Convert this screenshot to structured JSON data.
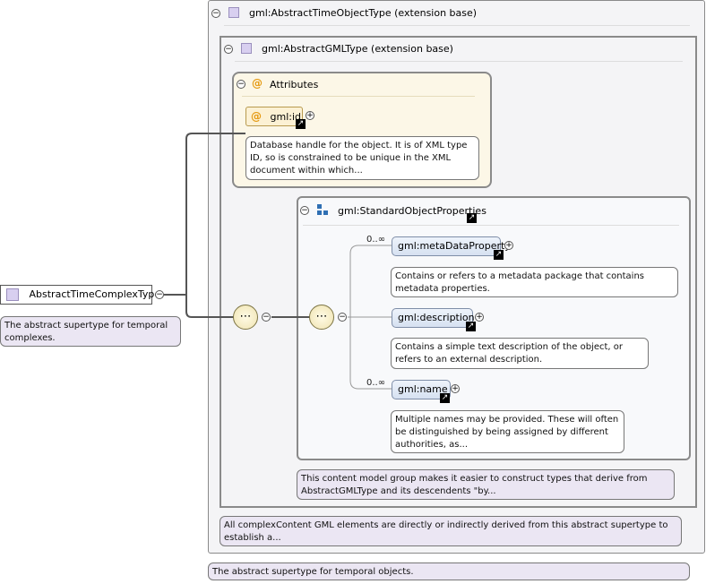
{
  "root": {
    "label": "AbstractTimeComplexType",
    "note": "The abstract supertype for temporal complexes."
  },
  "outer_base": {
    "label": "gml:AbstractTimeObjectType (extension base)",
    "note": "The abstract supertype for temporal objects."
  },
  "inner_base": {
    "label": "gml:AbstractGMLType (extension base)",
    "note": "All complexContent GML elements are directly or indirectly derived from this abstract supertype to establish a..."
  },
  "attributes": {
    "title": "Attributes",
    "id_label": "gml:id",
    "id_note": "Database handle for the object. It is of XML type ID, so is constrained to be unique in the XML document within which..."
  },
  "std_props": {
    "title": "gml:StandardObjectProperties",
    "note": "This content model group makes it easier to construct types that derive from AbstractGMLType and its descendents \"by...",
    "elements": [
      {
        "label": "gml:metaDataProperty",
        "occurs": "0..∞",
        "note": "Contains or refers to a metadata package that contains metadata properties."
      },
      {
        "label": "gml:description",
        "occurs": "",
        "note": "Contains a simple text description of the object, or refers to an external description."
      },
      {
        "label": "gml:name",
        "occurs": "0..∞",
        "note": "Multiple names may be provided. These will often be distinguished by being assigned by different authorities, as..."
      }
    ]
  },
  "icons": {
    "collapse": "−",
    "expand": "+",
    "attribute": "@",
    "reference": "↗",
    "sequence": "⋯"
  }
}
